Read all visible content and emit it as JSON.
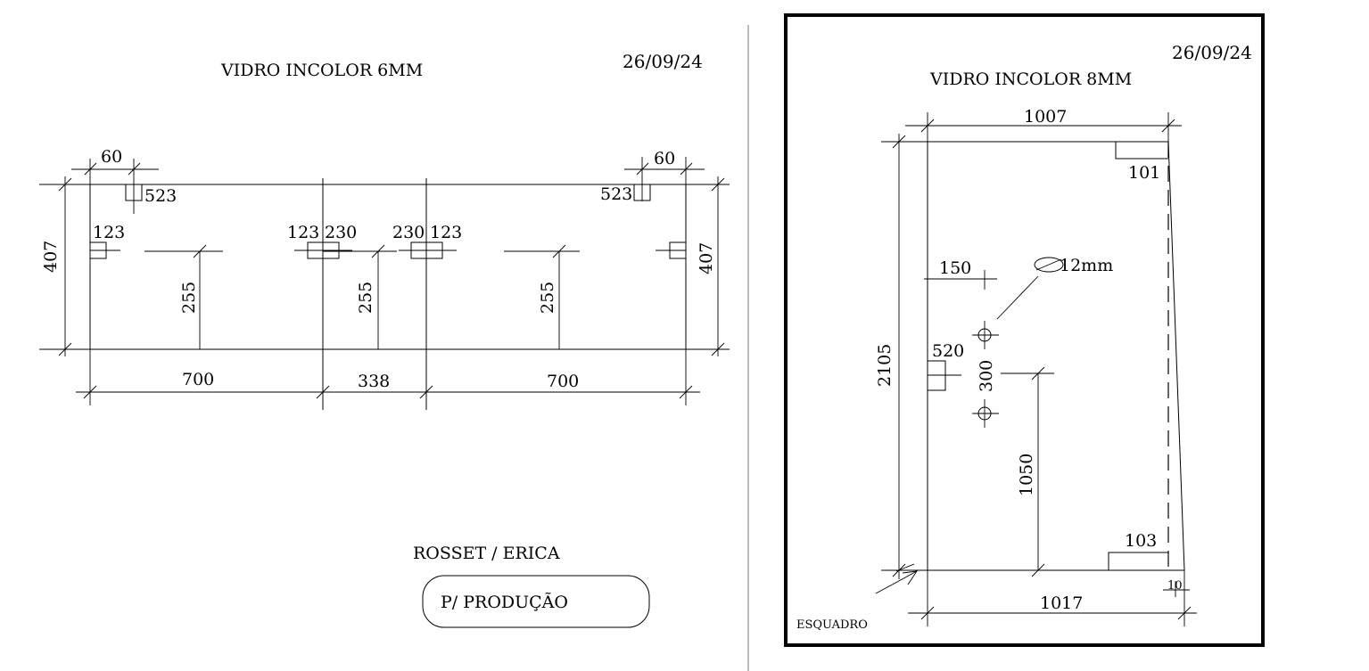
{
  "left_sheet": {
    "title": "VIDRO INCOLOR 6MM",
    "date": "26/09/24",
    "dims": {
      "top_left_offset": "60",
      "top_right_offset": "60",
      "notch_tl": "523",
      "notch_tr": "523",
      "height_left": "407",
      "height_right": "407",
      "hole_l": "123",
      "hole_cl": "123",
      "hole_cl2": "230",
      "hole_cr2": "230",
      "hole_cr": "123",
      "v1": "255",
      "v2": "255",
      "v3": "255",
      "bottom_l": "700",
      "bottom_c": "338",
      "bottom_r": "700"
    },
    "client": "ROSSET /  ERICA",
    "stamp": "P/ PRODUÇÃO"
  },
  "right_sheet": {
    "title": "VIDRO INCOLOR 8MM",
    "date": "26/09/24",
    "dims": {
      "top_width": "1007",
      "notch_top": "101",
      "hole_offset": "150",
      "hole_diameter": "12mm",
      "handle": "520",
      "hole_spacing": "300",
      "hole_height": "1050",
      "height": "2105",
      "notch_bottom": "103",
      "bottom_offset": "10",
      "bottom_width": "1017"
    },
    "esquadro": "ESQUADRO"
  }
}
